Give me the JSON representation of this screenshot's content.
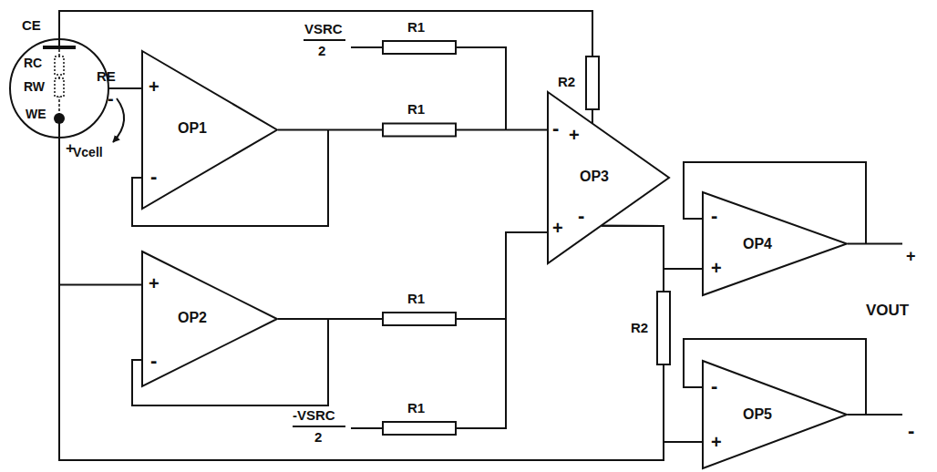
{
  "diagram": {
    "nodes": [
      {
        "text": [
          "CE",
          "RC",
          "RW",
          "WE"
        ]
      },
      {
        "text": [
          "+",
          "OP1",
          "-"
        ]
      },
      {
        "text": [
          "+",
          "OP2",
          "-"
        ]
      },
      {
        "text": [
          "-",
          "+",
          "OP3",
          "+",
          "-"
        ]
      },
      {
        "text": [
          "-",
          "OP4",
          "+"
        ]
      },
      {
        "text": [
          "-",
          "OP5",
          "+"
        ]
      }
    ],
    "edges": [
      {
        "from": 1,
        "to": 0,
        "arrow": "to"
      },
      {
        "from": 0,
        "to": 2,
        "arrow": "none"
      },
      {
        "from": 0,
        "to": 3,
        "arrow": "none"
      },
      {
        "from": 1,
        "to": 3,
        "arrow": "none"
      },
      {
        "from": 2,
        "to": 3,
        "arrow": "none"
      },
      {
        "from": 3,
        "to": 4,
        "arrow": "none"
      },
      {
        "from": 3,
        "to": 5,
        "arrow": "none"
      },
      {
        "from": 0,
        "to": 5,
        "arrow": "none"
      }
    ],
    "labels": [
      "RE",
      "-",
      "+",
      "Vcell",
      "VSRC",
      "2",
      "R1",
      "R1",
      "R2",
      "-VSRC",
      "2",
      "R1",
      "R1",
      "R2",
      "VOUT",
      "+",
      "-"
    ]
  }
}
